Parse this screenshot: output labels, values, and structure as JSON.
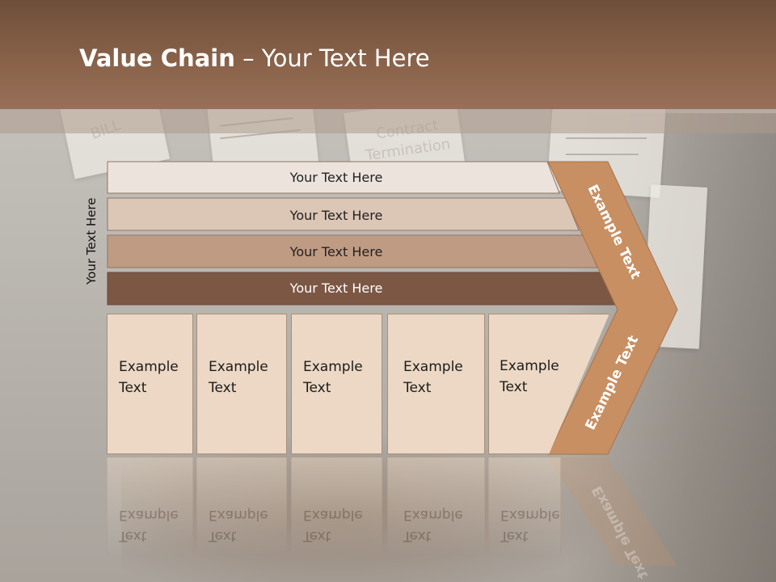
{
  "title": {
    "bold": "Value Chain",
    "rest": " – Your Text Here"
  },
  "side_label": "Your Text Here",
  "rows": [
    {
      "label": "Your Text Here",
      "fill": "#ece3dc",
      "text_color": "#222222"
    },
    {
      "label": "Your Text Here",
      "fill": "#dcc6b6",
      "text_color": "#222222"
    },
    {
      "label": "Your Text Here",
      "fill": "#c09b83",
      "text_color": "#222222"
    },
    {
      "label": "Your Text Here",
      "fill": "#7c5744",
      "text_color": "#ffffff"
    }
  ],
  "chevron": {
    "top_label": "Example Text",
    "bottom_label": "Example Text",
    "fill": "#c88f62"
  },
  "boxes": [
    {
      "line1": "Example",
      "line2": "Text"
    },
    {
      "line1": "Example",
      "line2": "Text"
    },
    {
      "line1": "Example",
      "line2": "Text"
    },
    {
      "line1": "Example",
      "line2": "Text"
    },
    {
      "line1": "Example",
      "line2": "Text"
    }
  ],
  "background": {
    "stamp1": "BILL",
    "stamp2": "Contract",
    "stamp3": "Termination"
  },
  "colors": {
    "header": "#7a5843",
    "box": "#ecd8c4",
    "chevron": "#c88f62"
  }
}
